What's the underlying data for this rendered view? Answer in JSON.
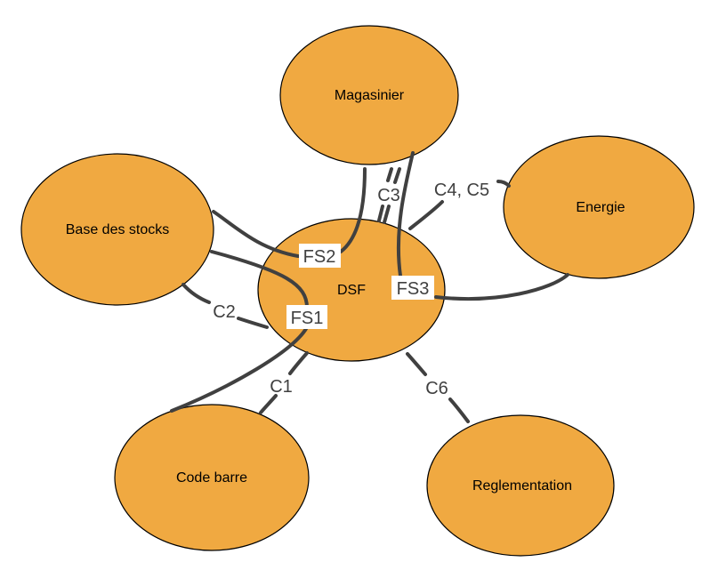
{
  "colors": {
    "node_fill": "#f0a941",
    "node_stroke": "#000000",
    "link_stroke": "#404040",
    "label_text": "#404040"
  },
  "nodes": {
    "dsf": "DSF",
    "magasinier": "Magasinier",
    "base_stocks": "Base des stocks",
    "energie": "Energie",
    "code_barre": "Code barre",
    "reglementation": "Reglementation"
  },
  "links": {
    "fs1": "FS1",
    "fs2": "FS2",
    "fs3": "FS3",
    "c1": "C1",
    "c2": "C2",
    "c3": "C3",
    "c4_c5": "C4, C5",
    "c6": "C6"
  }
}
